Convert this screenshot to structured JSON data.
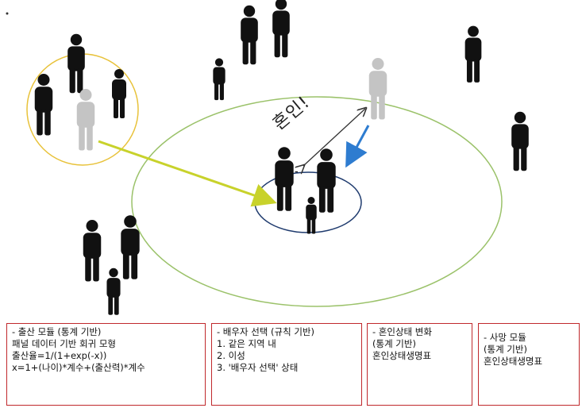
{
  "diagram": {
    "marriage_label": "혼인!",
    "minus_sign": "-"
  },
  "modules": [
    {
      "lines": [
        "-   출산 모듈 (통계 기반)",
        "    패널 데이터 기반 회귀 모형",
        "    출산율=1/(1+exp(-x))",
        "    x=1+(나이)*계수+(출산력)*계수"
      ]
    },
    {
      "lines": [
        "-   배우자 선택 (규칙 기반)",
        "1. 같은 지역 내",
        "2. 이성",
        "3. '배우자 선택' 상태"
      ]
    },
    {
      "lines": [
        "-   혼인상태 변화",
        "    (통계 기반)",
        "    혼인상태생명표"
      ]
    },
    {
      "lines": [
        "-   사망 모듈",
        "    (통계 기반)",
        "    혼인상태생명표"
      ]
    }
  ],
  "colors": {
    "person_dark": "#111111",
    "person_gray": "#c4c4c4",
    "left_circle": "#e8c23a",
    "big_ellipse": "#9bc26a",
    "inner_ellipse": "#1f3b6e",
    "yellow_arrow": "#c8d22b",
    "blue_arrow": "#2e7cd0",
    "box_border": "#c0282c"
  }
}
